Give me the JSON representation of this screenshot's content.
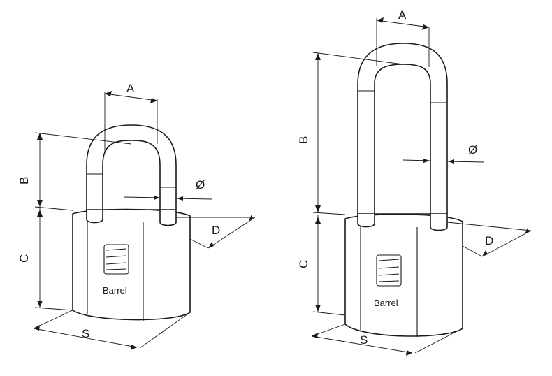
{
  "padlocks": [
    {
      "variant": "standard shackle",
      "brand": "Barrel",
      "dimensions": {
        "A": "A",
        "B": "B",
        "C": "C",
        "D": "D",
        "S": "S",
        "diameter": "Ø"
      }
    },
    {
      "variant": "long shackle",
      "brand": "Barrel",
      "dimensions": {
        "A": "A",
        "B": "B",
        "C": "C",
        "D": "D",
        "S": "S",
        "diameter": "Ø"
      }
    }
  ]
}
